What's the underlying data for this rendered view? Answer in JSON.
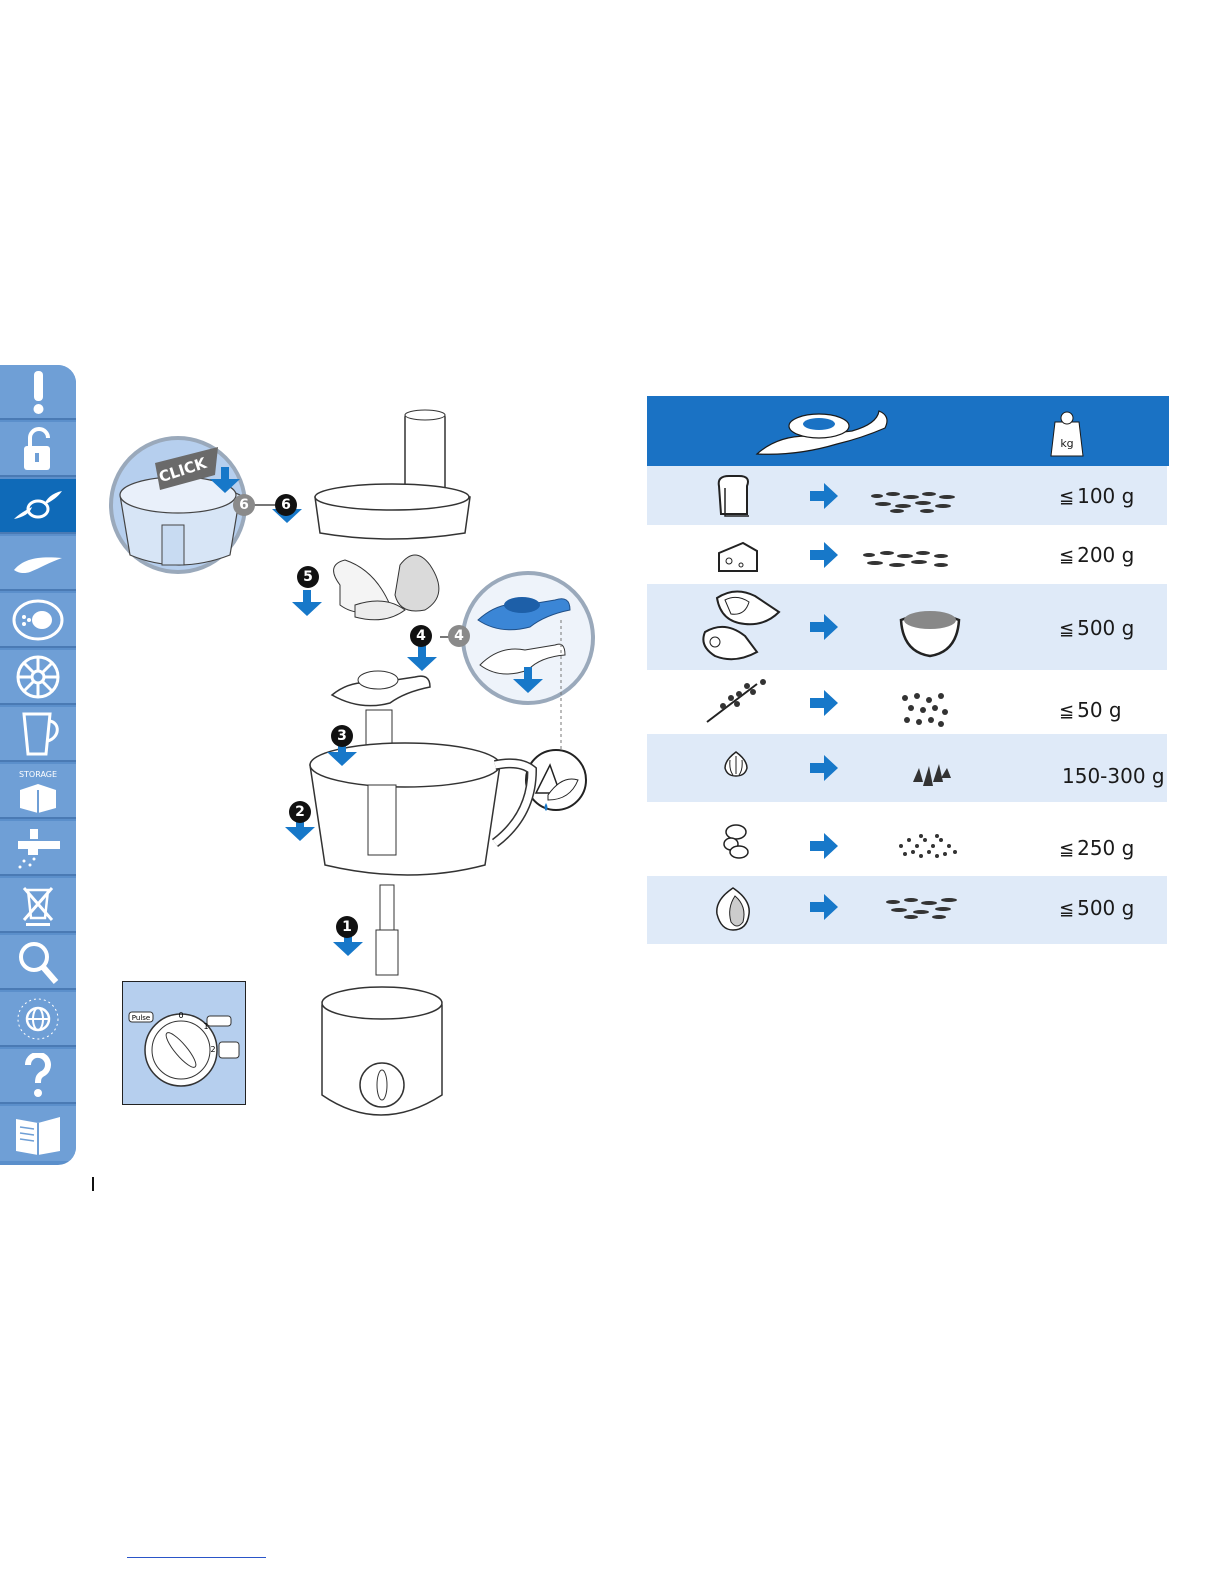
{
  "sidebar": {
    "items": [
      {
        "icon": "exclamation-icon"
      },
      {
        "icon": "unlock-icon"
      },
      {
        "icon": "chopping-blade-icon",
        "active": true
      },
      {
        "icon": "kneading-tool-icon"
      },
      {
        "icon": "emulsifying-disc-icon"
      },
      {
        "icon": "slicing-disc-icon"
      },
      {
        "icon": "jug-icon"
      },
      {
        "icon": "storage-icon",
        "label": "STORAGE"
      },
      {
        "icon": "tap-cleaning-icon"
      },
      {
        "icon": "disposal-icon"
      },
      {
        "icon": "magnifier-icon"
      },
      {
        "icon": "globe-icon",
        "label": "WORLD-WIDE GUARANTEE"
      },
      {
        "icon": "question-icon"
      },
      {
        "icon": "manual-book-icon"
      }
    ]
  },
  "assembly": {
    "click_label": "CLICK",
    "steps": [
      "1",
      "2",
      "3",
      "4",
      "4",
      "5",
      "6",
      "6"
    ]
  },
  "dial": {
    "pulse_label": "Pulse",
    "marks": [
      "0",
      "1",
      "2"
    ]
  },
  "table": {
    "header_weight_label": "kg",
    "rows": [
      {
        "food": "bread-icon",
        "quantity": "100 g",
        "le": "≦"
      },
      {
        "food": "cheese-icon",
        "quantity": "200 g",
        "le": "≦"
      },
      {
        "food": "meat-icon",
        "quantity": "500 g",
        "le": "≦"
      },
      {
        "food": "herbs-icon",
        "quantity": "50 g",
        "le": "≦"
      },
      {
        "food": "garlic-icon",
        "quantity": "150-300 g",
        "le": ""
      },
      {
        "food": "nuts-icon",
        "quantity": "250 g",
        "le": "≦"
      },
      {
        "food": "onion-icon",
        "quantity": "500 g",
        "le": "≦"
      }
    ]
  },
  "colors": {
    "accent": "#1a72c4",
    "sidebar": "#6f9fd6",
    "row_shade": "#dfeaf8",
    "arrow": "#1778c9"
  }
}
